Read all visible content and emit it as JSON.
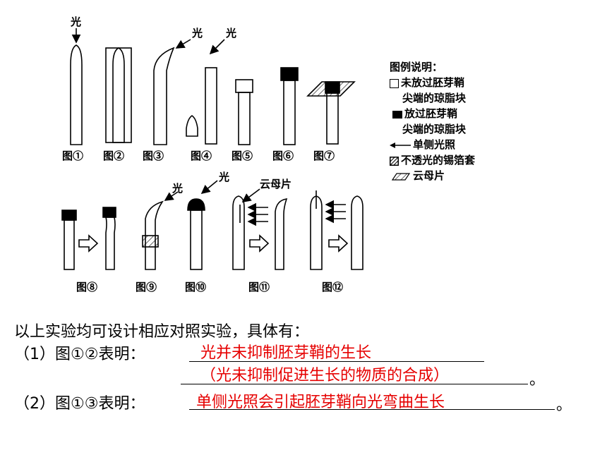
{
  "figure": {
    "light_label": "光",
    "mica_label": "云母片",
    "panels": [
      "图①",
      "图②",
      "图③",
      "图④",
      "图⑤",
      "图⑥",
      "图⑦",
      "图⑧",
      "图⑨",
      "图⑩",
      "图⑪",
      "图⑫"
    ]
  },
  "legend": {
    "title": "图例说明：",
    "item1_line1": "未放过胚芽鞘",
    "item1_line2": "尖端的琼脂块",
    "item2_line1": "放过胚芽鞘",
    "item2_line2": "尖端的琼脂块",
    "item3": "单侧光照",
    "item4": "不透光的锡箔套",
    "item5": "云母片"
  },
  "text": {
    "intro": "以上实验均可设计相应对照实验，具体有：",
    "q1_prefix": "（1）图①②表明：",
    "q1_answer_line1": "光并未抑制胚芽鞘的生长",
    "q1_answer_line2": "（光未抑制促进生长的物质的合成）",
    "q1_end": "。",
    "q2_prefix": "（2）图①③表明：",
    "q2_answer": "单侧光照会引起胚芽鞘向光弯曲生长",
    "q2_end": "。"
  },
  "colors": {
    "answer": "#e60000",
    "ink": "#000000"
  }
}
